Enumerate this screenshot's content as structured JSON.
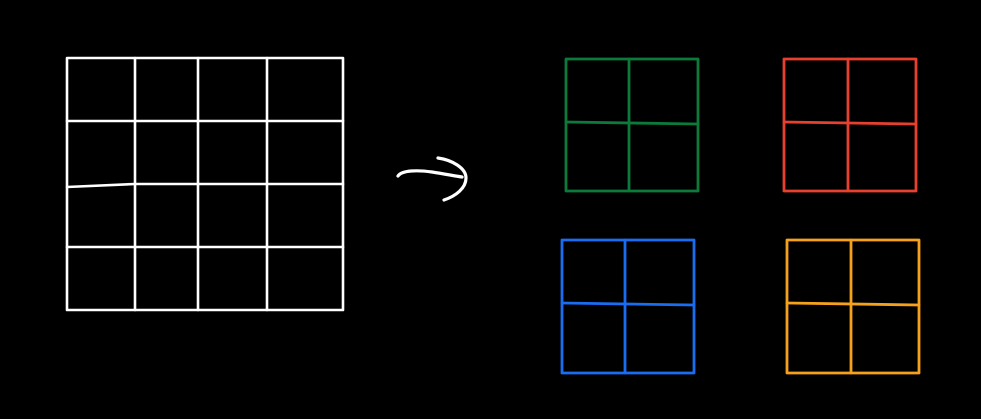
{
  "diagram": {
    "background": "#000000",
    "source": {
      "name": "grid-4x4",
      "rows": 4,
      "cols": 4,
      "color": "#ffffff"
    },
    "arrow": {
      "name": "arrow-icon",
      "color": "#ffffff"
    },
    "pieces": [
      {
        "name": "grid-2x2-green",
        "rows": 2,
        "cols": 2,
        "color": "#0b7a3b"
      },
      {
        "name": "grid-2x2-red",
        "rows": 2,
        "cols": 2,
        "color": "#e8402f"
      },
      {
        "name": "grid-2x2-blue",
        "rows": 2,
        "cols": 2,
        "color": "#1a6cf0"
      },
      {
        "name": "grid-2x2-orange",
        "rows": 2,
        "cols": 2,
        "color": "#f5a11c"
      }
    ]
  }
}
